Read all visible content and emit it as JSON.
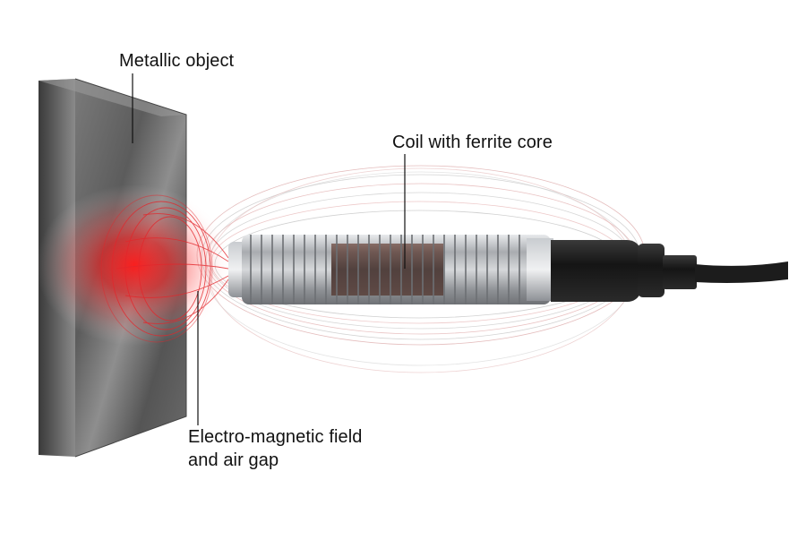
{
  "labels": {
    "metallic_object": "Metallic object",
    "coil": "Coil with ferrite core",
    "field_line1": "Electro-magnetic field",
    "field_line2": "and air gap"
  },
  "colors": {
    "plate": "#6b6b6b",
    "field": "#e3262b",
    "sensor_body": "#b9bcc0",
    "cable": "#1c1c1c"
  },
  "icons": {
    "plate": "metallic-plate",
    "sensor": "inductive-proximity-sensor",
    "field": "electromagnetic-field-lines"
  }
}
